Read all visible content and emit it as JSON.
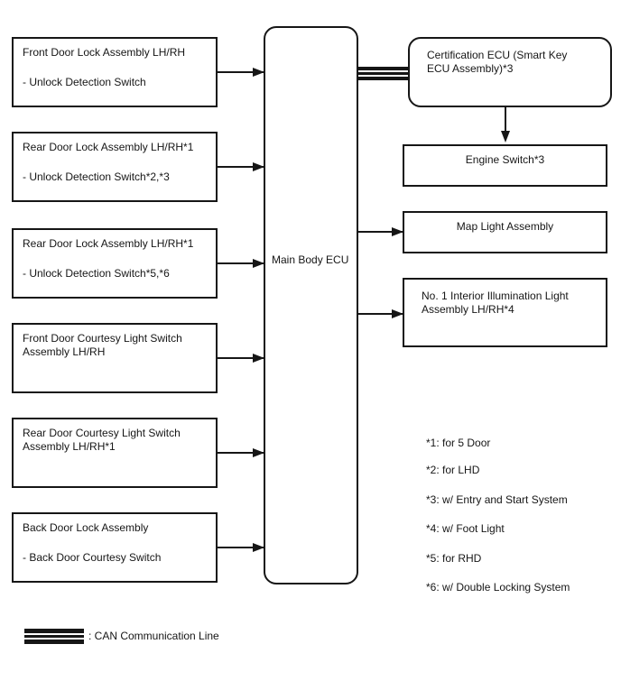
{
  "diagram": {
    "left_components": [
      {
        "title": "Front Door Lock Assembly LH/RH",
        "detail": "- Unlock Detection Switch"
      },
      {
        "title": "Rear Door Lock Assembly LH/RH*1",
        "detail": "- Unlock Detection Switch*2,*3"
      },
      {
        "title": "Rear Door Lock Assembly LH/RH*1",
        "detail": "- Unlock Detection Switch*5,*6"
      },
      {
        "title": "Front Door Courtesy Light Switch Assembly LH/RH",
        "detail": ""
      },
      {
        "title": "Rear Door Courtesy Light Switch Assembly LH/RH*1",
        "detail": ""
      },
      {
        "title": "Back Door Lock Assembly",
        "detail": "- Back Door Courtesy Switch"
      }
    ],
    "main_ecu_label": "Main Body ECU",
    "right_components": {
      "certification_ecu": "Certification ECU (Smart Key ECU Assembly)*3",
      "engine_switch": "Engine Switch*3",
      "map_light": "Map Light Assembly",
      "interior_light": "No. 1 Interior Illumination Light Assembly LH/RH*4"
    },
    "footnotes": [
      "*1: for 5 Door",
      "*2: for LHD",
      "*3: w/ Entry and Start System",
      "*4: w/ Foot Light",
      "*5: for RHD",
      "*6: w/ Double Locking System"
    ],
    "legend_label": ": CAN Communication Line",
    "colors": {
      "line": "#161616",
      "background": "#ffffff"
    }
  }
}
